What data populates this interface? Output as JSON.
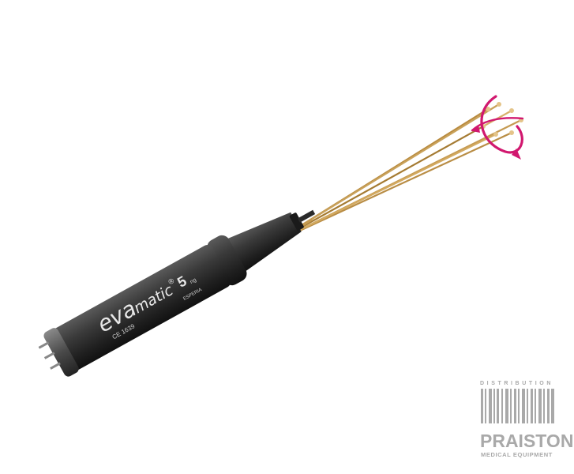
{
  "product": {
    "brand": "evamatic",
    "brand_lead": "eva",
    "brand_tail": "matic",
    "registered_mark": "®",
    "model_number": "5",
    "model_suffix": "ng",
    "maker_mark": "ESPERIA",
    "cert_line": "CE 1639",
    "body_color": "#2b2b2b",
    "cannula_color": "#c9a25b",
    "rotation_arrow_color": "#d1186f"
  },
  "distributor": {
    "top_label": "DISTRIBUTION",
    "name": "PRAISTON",
    "tagline": "MEDICAL EQUIPMENT",
    "color": "#a9a9a9"
  }
}
